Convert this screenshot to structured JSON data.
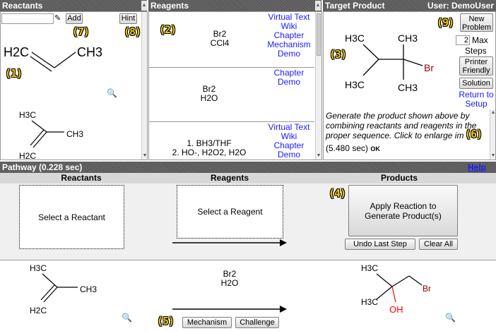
{
  "reactants_panel": {
    "title": "Reactants",
    "add_label": "Add",
    "hint_label": "Hint",
    "search_value": "",
    "badges": [
      "(7)",
      "(8)",
      "(1)"
    ]
  },
  "reagents_panel": {
    "title": "Reagents",
    "badge": "(2)",
    "items": [
      {
        "formula_lines": [
          "Br2",
          "CCl4"
        ],
        "links": [
          "Virtual Text",
          "Wiki",
          "Chapter",
          "Mechanism",
          "Demo"
        ]
      },
      {
        "formula_lines": [
          "Br2",
          "H2O"
        ],
        "links": [
          "Chapter",
          "Demo"
        ]
      },
      {
        "formula_lines": [
          "1. BH3/THF",
          "2. HO-, H2O2, H2O"
        ],
        "links": [
          "Virtual Text",
          "Wiki",
          "Chapter",
          "Demo"
        ]
      }
    ]
  },
  "target_panel": {
    "title": "Target Product",
    "user_label": "User: DemoUser",
    "badges": [
      "(3)",
      "(9)",
      "(6)"
    ],
    "new_problem_label": "New Problem",
    "max_steps_value": "2",
    "max_label": "Max",
    "steps_label": "Steps",
    "printer_friendly_label": "Printer Friendly",
    "solution_label": "Solution",
    "return_link": "Return to Setup",
    "instructions": "Generate the product shown above by combining reactants and reagents in the proper sequence.  Click to enlarge im",
    "timing": "(5.480 sec)",
    "ok": "OK",
    "atoms": {
      "h3c_top": "H3C",
      "ch3_top": "CH3",
      "br": "Br",
      "h3c_bottom": "H3C",
      "ch3_bottom": "CH3"
    }
  },
  "pathway": {
    "title": "Pathway (0.228 sec)",
    "help": "Help",
    "columns": [
      "Reactants",
      "Reagents",
      "Products"
    ],
    "select_reactant": "Select a Reactant",
    "select_reagent": "Select a Reagent",
    "apply_label": "Apply Reaction to Generate Product(s)",
    "undo_label": "Undo Last Step",
    "clear_label": "Clear All",
    "badges": [
      "(4)",
      "(5)"
    ],
    "step": {
      "reagent_lines": [
        "Br2",
        "H2O"
      ],
      "mechanism_label": "Mechanism",
      "challenge_label": "Challenge"
    }
  },
  "molecules": {
    "propene": {
      "h2c": "H2C",
      "ch3": "CH3"
    },
    "isobutylene": {
      "h3c": "H3C",
      "ch3": "CH3",
      "h2c": "H2C"
    },
    "product": {
      "h3c_top": "H3C",
      "h3c_bottom": "H3C",
      "br": "Br",
      "oh": "OH"
    }
  },
  "colors": {
    "header_bg": "#5f5f5f",
    "link": "#1a1aff",
    "badge": "#f0c800",
    "oh": "#ff0000"
  }
}
